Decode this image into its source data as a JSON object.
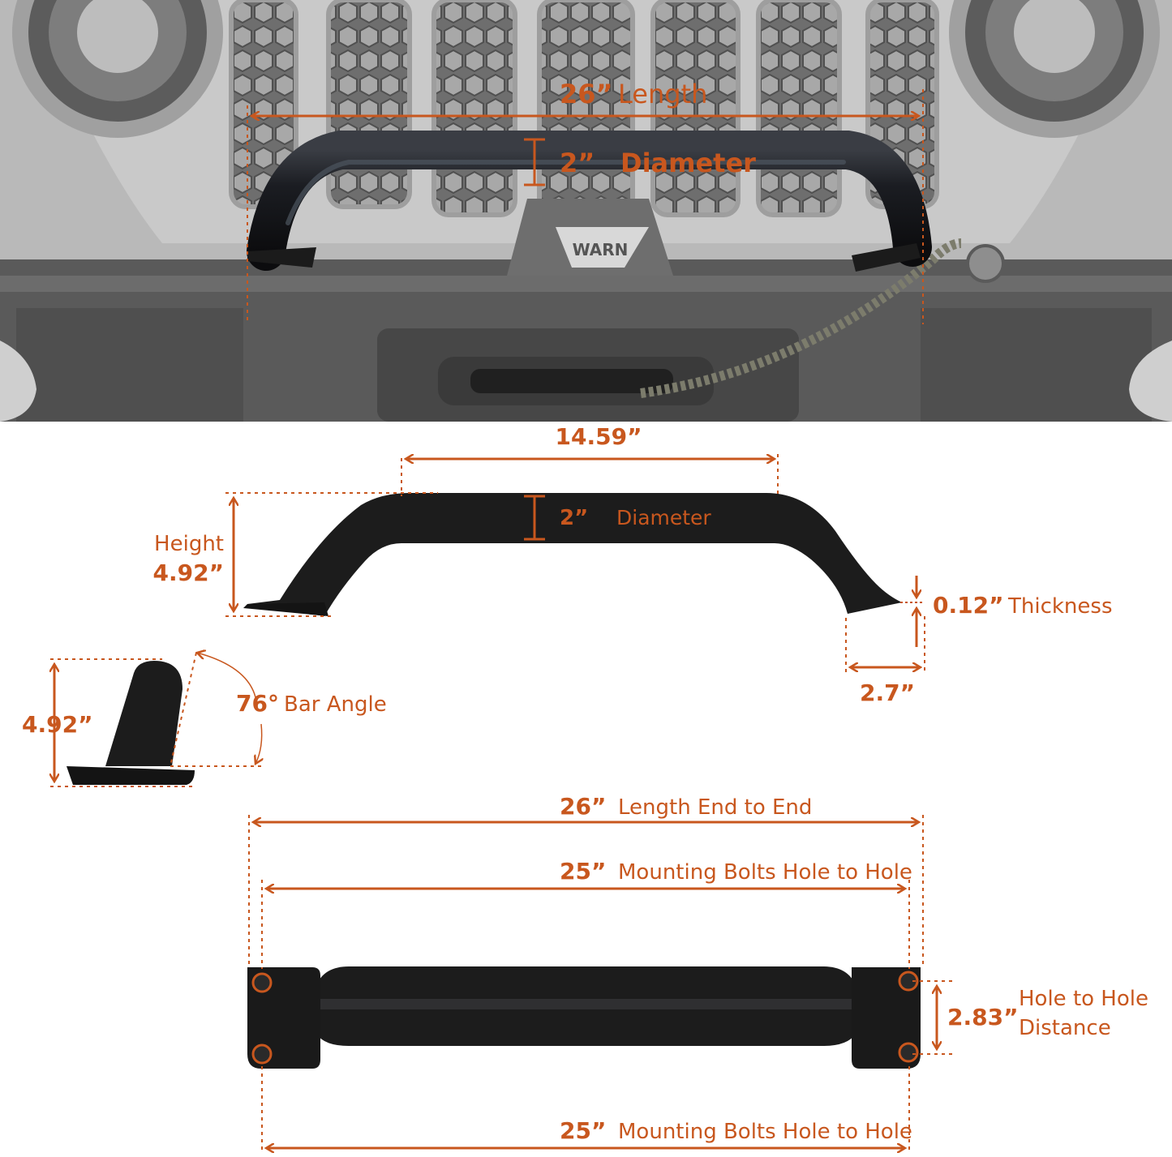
{
  "photo": {
    "brand_badge": "WARN",
    "length_value": "26”",
    "length_label": "Length",
    "diameter_value": "2”",
    "diameter_label": "Diameter"
  },
  "side_view": {
    "top_length_value": "14.59”",
    "diameter_value": "2”",
    "diameter_label": "Diameter",
    "height_label": "Height",
    "height_value": "4.92”",
    "thickness_value": "0.12”",
    "thickness_label": "Thickness",
    "foot_length_value": "2.7”"
  },
  "profile_view": {
    "height_value": "4.92”",
    "angle_value": "76°",
    "angle_label": "Bar Angle"
  },
  "top_view": {
    "end_to_end_value": "26”",
    "end_to_end_label": "Length End to End",
    "hole_to_hole_value": "25”",
    "hole_to_hole_label": "Mounting Bolts Hole to Hole",
    "bottom_hole_value": "25”",
    "bottom_hole_label": "Mounting Bolts Hole to Hole",
    "vertical_value": "2.83”",
    "vertical_label_line1": "Hole to Hole",
    "vertical_label_line2": "Distance"
  },
  "colors": {
    "accent": "#c8571e",
    "bar": "#1a1a1c",
    "photo_bg": "#8c8c8c"
  }
}
